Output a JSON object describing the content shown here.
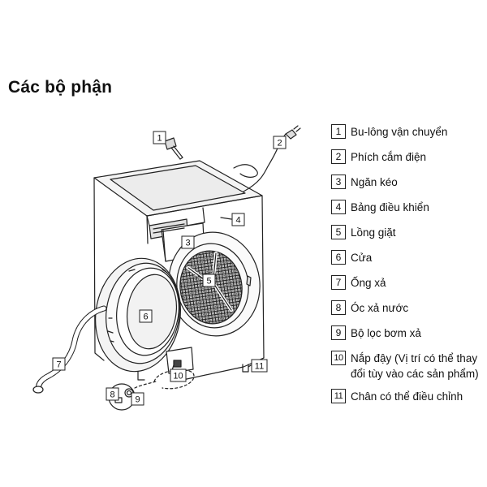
{
  "title": "Các bộ phận",
  "callouts": [
    "1",
    "2",
    "3",
    "4",
    "5",
    "6",
    "7",
    "8",
    "9",
    "10",
    "11"
  ],
  "parts": [
    {
      "num": "1",
      "label": "Bu-lông vận chuyển"
    },
    {
      "num": "2",
      "label": "Phích cắm điện"
    },
    {
      "num": "3",
      "label": "Ngăn kéo"
    },
    {
      "num": "4",
      "label": "Bảng điều khiển"
    },
    {
      "num": "5",
      "label": "Lồng giặt"
    },
    {
      "num": "6",
      "label": "Cửa"
    },
    {
      "num": "7",
      "label": "Ống xả"
    },
    {
      "num": "8",
      "label": "Óc xả nước"
    },
    {
      "num": "9",
      "label": "Bộ lọc bơm xả"
    },
    {
      "num": "10",
      "label": "Nắp đậy (Vị trí có thể thay đổi tùy vào các sản phẩm)"
    },
    {
      "num": "11",
      "label": "Chân có thể điều chỉnh"
    }
  ]
}
